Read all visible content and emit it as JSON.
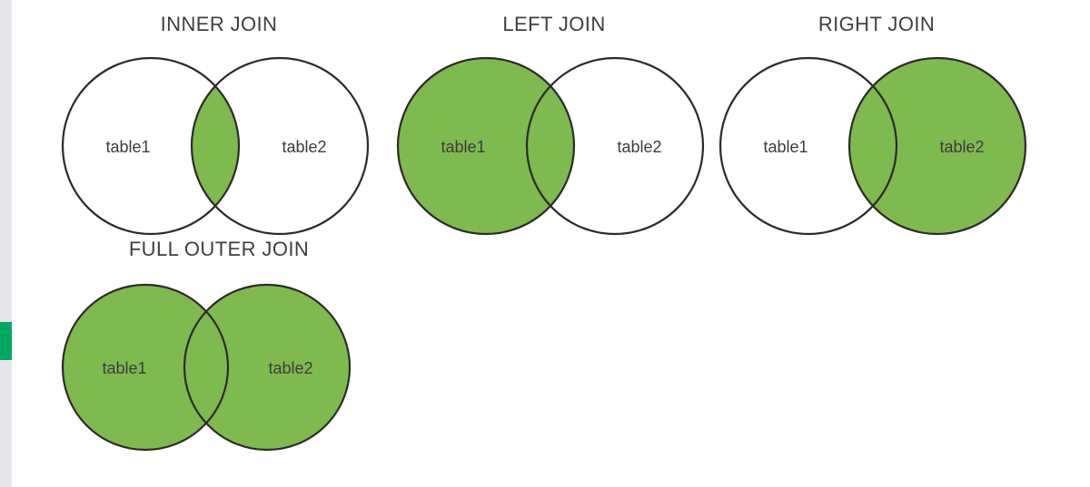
{
  "page": {
    "background_color": "#ffffff",
    "title_color": "#3f3f3f",
    "label_color": "#3c3c3c",
    "stroke_color": "#2b2b2b",
    "fill_green": "#7fba4f",
    "rail_gray": "#e4e6e9",
    "rail_accent_green": "#00a862"
  },
  "rail": {
    "name": "left-scroll-rail",
    "accent_label": ""
  },
  "diagrams": [
    {
      "id": "inner-join",
      "title": "INNER JOIN",
      "left_label": "table1",
      "right_label": "table2",
      "shaded": "intersection"
    },
    {
      "id": "left-join",
      "title": "LEFT JOIN",
      "left_label": "table1",
      "right_label": "table2",
      "shaded": "left-circle"
    },
    {
      "id": "right-join",
      "title": "RIGHT JOIN",
      "left_label": "table1",
      "right_label": "table2",
      "shaded": "right-circle"
    },
    {
      "id": "full-outer-join",
      "title": "FULL OUTER JOIN",
      "left_label": "table1",
      "right_label": "table2",
      "shaded": "both-circles"
    }
  ]
}
